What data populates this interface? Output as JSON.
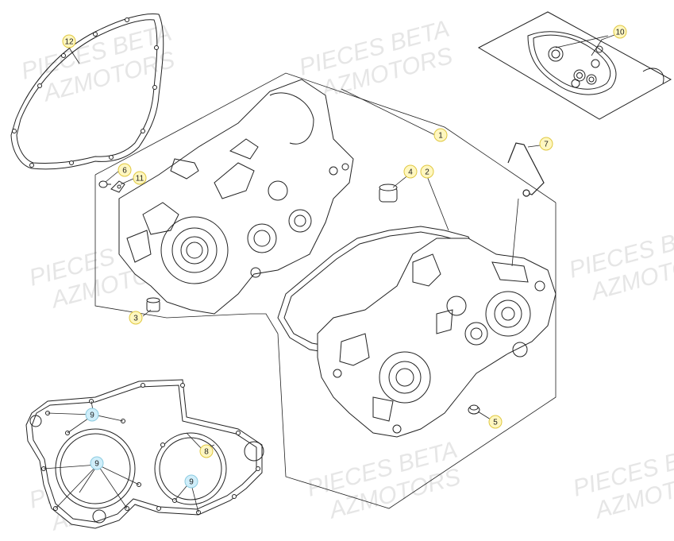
{
  "watermark": {
    "line1": "PIECES BETA",
    "line2": "AZMOTORS"
  },
  "callouts": [
    {
      "id": "c1",
      "label": "1",
      "style": "yellow"
    },
    {
      "id": "c2",
      "label": "2",
      "style": "yellow"
    },
    {
      "id": "c3",
      "label": "3",
      "style": "yellow"
    },
    {
      "id": "c4",
      "label": "4",
      "style": "yellow"
    },
    {
      "id": "c5",
      "label": "5",
      "style": "yellow"
    },
    {
      "id": "c6",
      "label": "6",
      "style": "yellow"
    },
    {
      "id": "c7",
      "label": "7",
      "style": "yellow"
    },
    {
      "id": "c8",
      "label": "8",
      "style": "yellow"
    },
    {
      "id": "c9a",
      "label": "9",
      "style": "blue"
    },
    {
      "id": "c9b",
      "label": "9",
      "style": "blue"
    },
    {
      "id": "c9c",
      "label": "9",
      "style": "blue"
    },
    {
      "id": "c10",
      "label": "10",
      "style": "yellow"
    },
    {
      "id": "c11",
      "label": "11",
      "style": "yellow"
    },
    {
      "id": "c12",
      "label": "12",
      "style": "yellow"
    }
  ],
  "colors": {
    "yellow_fill": "#fff7c0",
    "yellow_stroke": "#e0c840",
    "blue_fill": "#cfeefa",
    "blue_stroke": "#8ccbe0",
    "line": "#222222",
    "part_fill": "#ffffff"
  }
}
